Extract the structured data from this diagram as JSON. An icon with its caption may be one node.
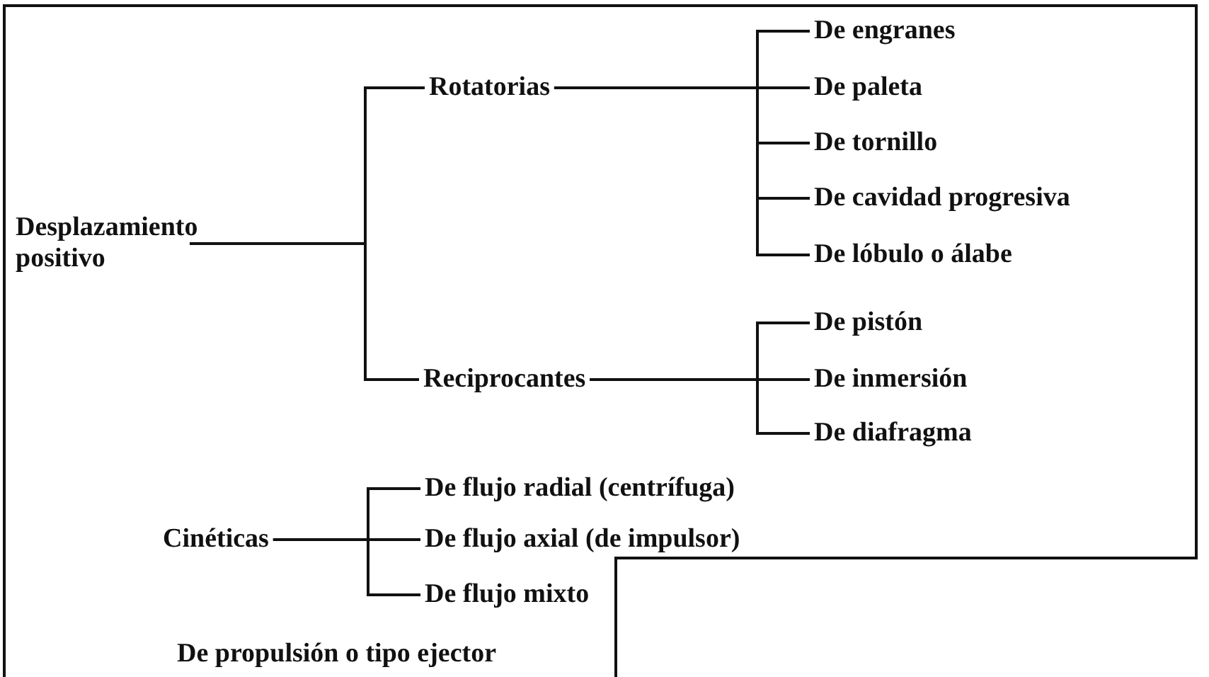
{
  "diagram": {
    "nodes": [
      {
        "text": [
          "Desplazamiento positivo"
        ]
      },
      {
        "text": [
          "Rotatorias"
        ]
      },
      {
        "text": [
          "Reciprocantes"
        ]
      },
      {
        "text": [
          "De engranes"
        ]
      },
      {
        "text": [
          "De paleta"
        ]
      },
      {
        "text": [
          "De tornillo"
        ]
      },
      {
        "text": [
          "De cavidad progresiva"
        ]
      },
      {
        "text": [
          "De lóbulo o álabe"
        ]
      },
      {
        "text": [
          "De pistón"
        ]
      },
      {
        "text": [
          "De inmersión"
        ]
      },
      {
        "text": [
          "De diafragma"
        ]
      },
      {
        "text": [
          "Cinéticas"
        ]
      },
      {
        "text": [
          "De flujo radial (centrífuga)"
        ]
      },
      {
        "text": [
          "De flujo axial (de impulsor)"
        ]
      },
      {
        "text": [
          "De flujo mixto"
        ]
      },
      {
        "text": [
          "De propulsión o tipo ejector"
        ]
      }
    ],
    "edges": [
      {
        "from": 0,
        "to": 1,
        "arrow": "none"
      },
      {
        "from": 0,
        "to": 2,
        "arrow": "none"
      },
      {
        "from": 1,
        "to": 3,
        "arrow": "none"
      },
      {
        "from": 1,
        "to": 4,
        "arrow": "none"
      },
      {
        "from": 1,
        "to": 5,
        "arrow": "none"
      },
      {
        "from": 1,
        "to": 6,
        "arrow": "none"
      },
      {
        "from": 1,
        "to": 7,
        "arrow": "none"
      },
      {
        "from": 2,
        "to": 8,
        "arrow": "none"
      },
      {
        "from": 2,
        "to": 9,
        "arrow": "none"
      },
      {
        "from": 2,
        "to": 10,
        "arrow": "none"
      },
      {
        "from": 11,
        "to": 12,
        "arrow": "none"
      },
      {
        "from": 11,
        "to": 13,
        "arrow": "none"
      },
      {
        "from": 11,
        "to": 14,
        "arrow": "none"
      }
    ]
  }
}
